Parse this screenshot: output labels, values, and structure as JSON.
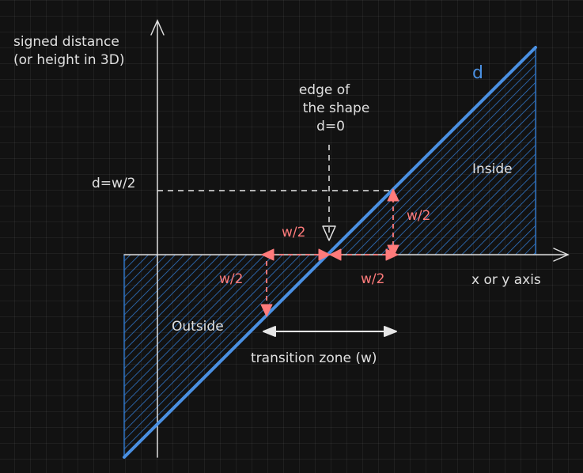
{
  "colors": {
    "background": "#121212",
    "axis": "#dedede",
    "line": "#4a90e2",
    "hatch": "#2f74c5",
    "accent": "#ff7b7b",
    "guide": "#e6e6e6",
    "text": "#e0e0e0"
  },
  "labels": {
    "y_axis_line1": "signed distance",
    "y_axis_line2": "(or height in 3D)",
    "x_axis": "x or y axis",
    "d": "d",
    "edge_line1": "edge of",
    "edge_line2": "the shape",
    "edge_line3": "d=0",
    "d_half_w": "d=w/2",
    "inside": "Inside",
    "outside": "Outside",
    "w2_top_left": "w/2",
    "w2_right_vertical": "w/2",
    "w2_left_vertical": "w/2",
    "w2_bottom_right": "w/2",
    "transition_zone": "transition zone (w)"
  }
}
